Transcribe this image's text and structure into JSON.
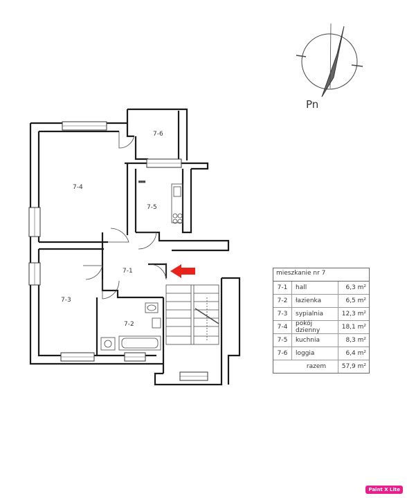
{
  "north": {
    "label": "Pn"
  },
  "rooms": {
    "r1": "7-1",
    "r2": "7-2",
    "r3": "7-3",
    "r4": "7-4",
    "r5": "7-5",
    "r6": "7-6"
  },
  "legend": {
    "title": "mieszkanie nr 7",
    "rows": [
      {
        "id": "7-1",
        "name": "hall",
        "area": "6,3 m²"
      },
      {
        "id": "7-2",
        "name": "łazienka",
        "area": "6,5 m²"
      },
      {
        "id": "7-3",
        "name": "sypialnia",
        "area": "12,3 m²"
      },
      {
        "id": "7-4",
        "name": "pokój dzienny",
        "area": "18,1 m²"
      },
      {
        "id": "7-5",
        "name": "kuchnia",
        "area": "8,3 m²"
      },
      {
        "id": "7-6",
        "name": "loggia",
        "area": "6,4 m²"
      }
    ],
    "total_label": "razem",
    "total_area": "57,9 m²"
  },
  "badge": {
    "text": "Paint X Lite"
  },
  "colors": {
    "arrow": "#e8231b",
    "wall": "#1a1a1a",
    "badge": "#e91e8c"
  }
}
